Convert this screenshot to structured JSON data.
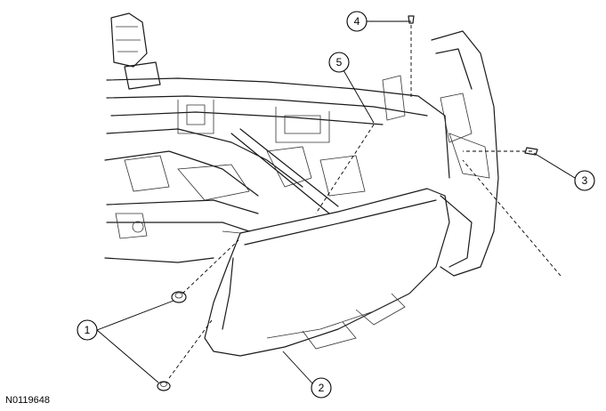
{
  "figure_id": "N0119648",
  "callouts": [
    {
      "label": "1"
    },
    {
      "label": "2"
    },
    {
      "label": "3"
    },
    {
      "label": "4"
    },
    {
      "label": "5"
    }
  ]
}
